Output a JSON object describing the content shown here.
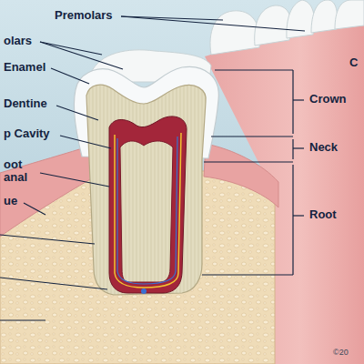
{
  "diagram": {
    "labels": [
      "Premolars",
      "olars",
      "C",
      "Enamel",
      "Dentine",
      "p Cavity",
      "oot anal",
      "ue",
      "Crown",
      "Neck",
      "Root",
      "©20"
    ]
  }
}
